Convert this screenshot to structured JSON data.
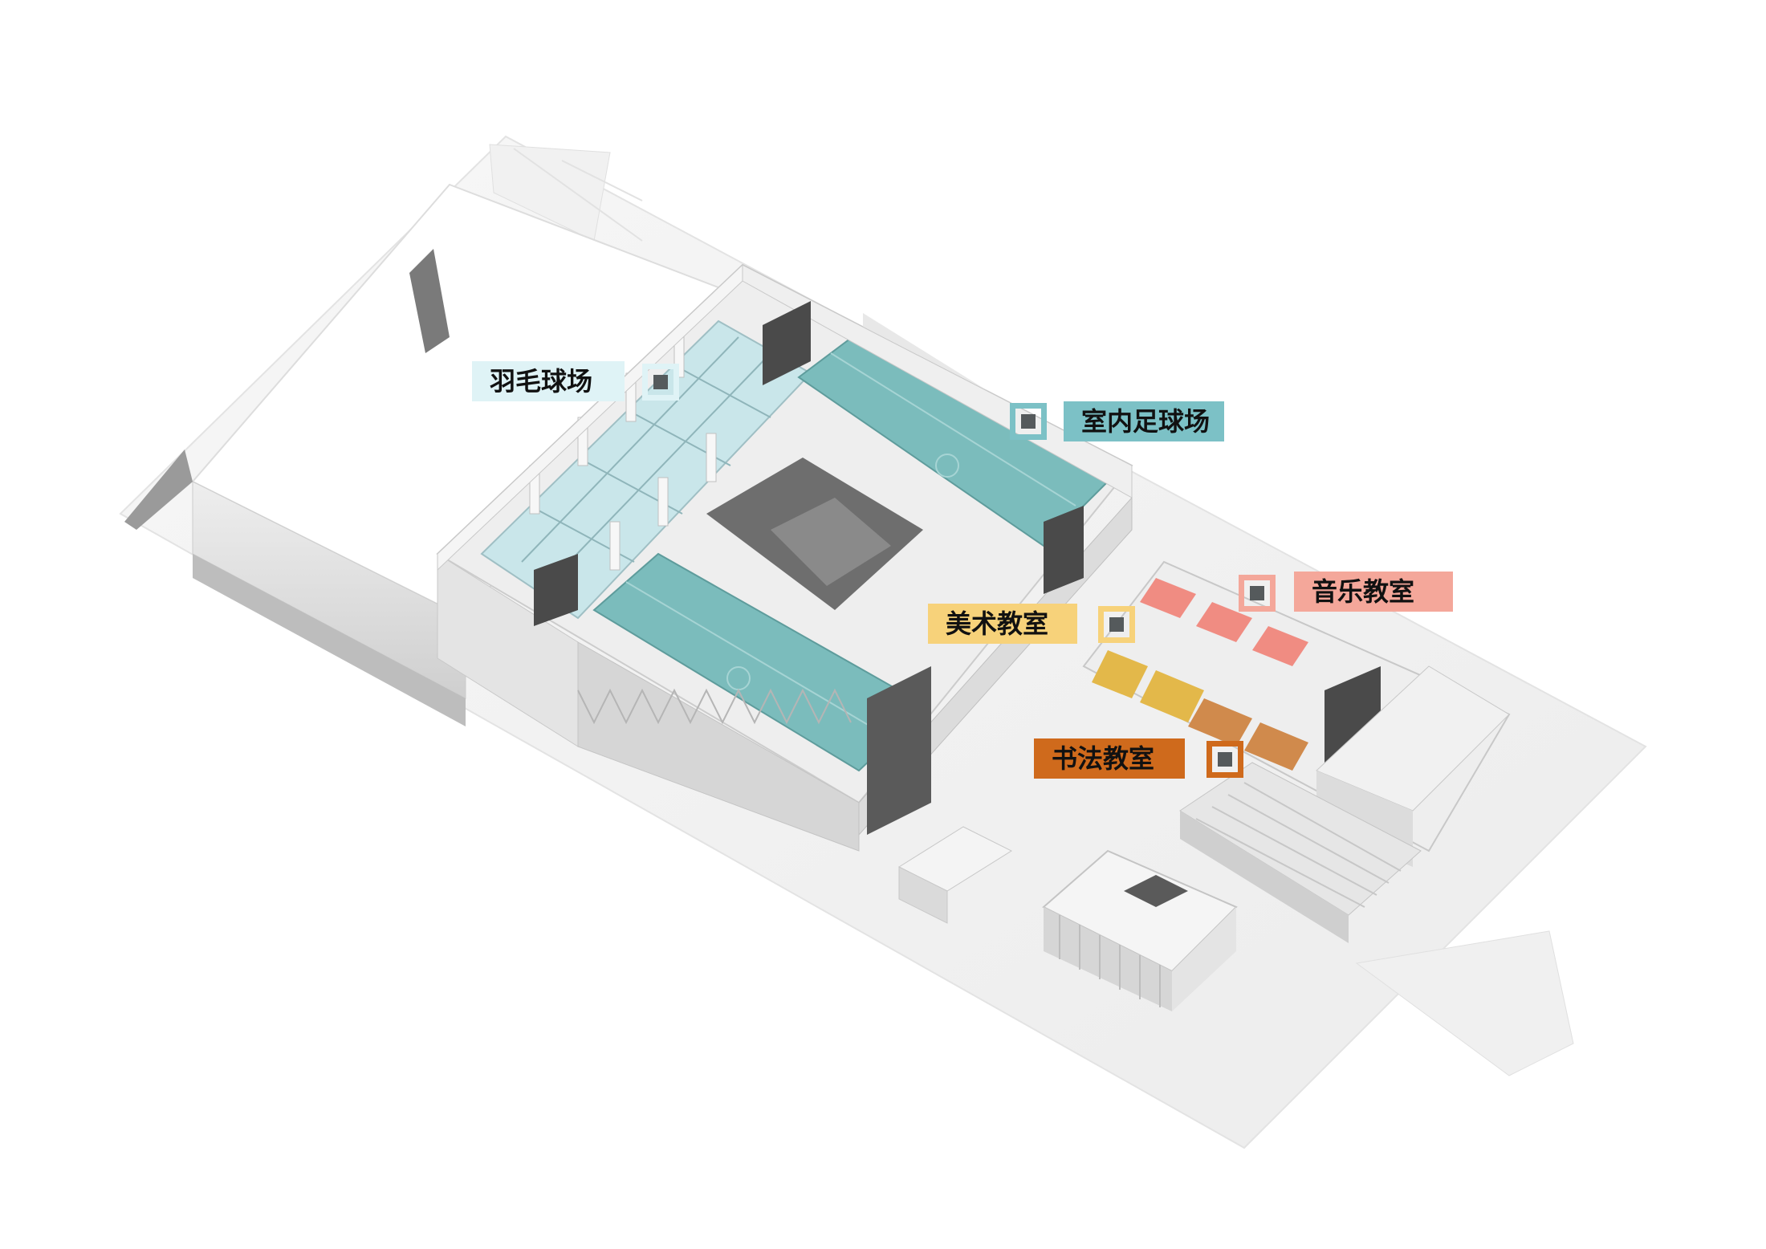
{
  "labels": {
    "badminton": {
      "text": "羽毛球场",
      "color": "#dff3f6"
    },
    "futsal": {
      "text": "室内足球场",
      "color": "#7cc1c6"
    },
    "music": {
      "text": "音乐教室",
      "color": "#f4a79a"
    },
    "art": {
      "text": "美术教室",
      "color": "#f7d27a"
    },
    "calligraphy": {
      "text": "书法教室",
      "color": "#cf6a1c"
    }
  },
  "markers": {
    "badminton": "#dff3f6",
    "futsal": "#7cc1c6",
    "music": "#f4a79a",
    "art": "#f7d27a",
    "calligraphy": "#cf6a1c"
  },
  "palette": {
    "court": "#7bbcbc",
    "court_light": "#c9e6ea",
    "wall": "#f3f3f3",
    "wall_shade": "#d9d9d9",
    "dark": "#4a4a4a",
    "ground": "#f6f6f6"
  }
}
